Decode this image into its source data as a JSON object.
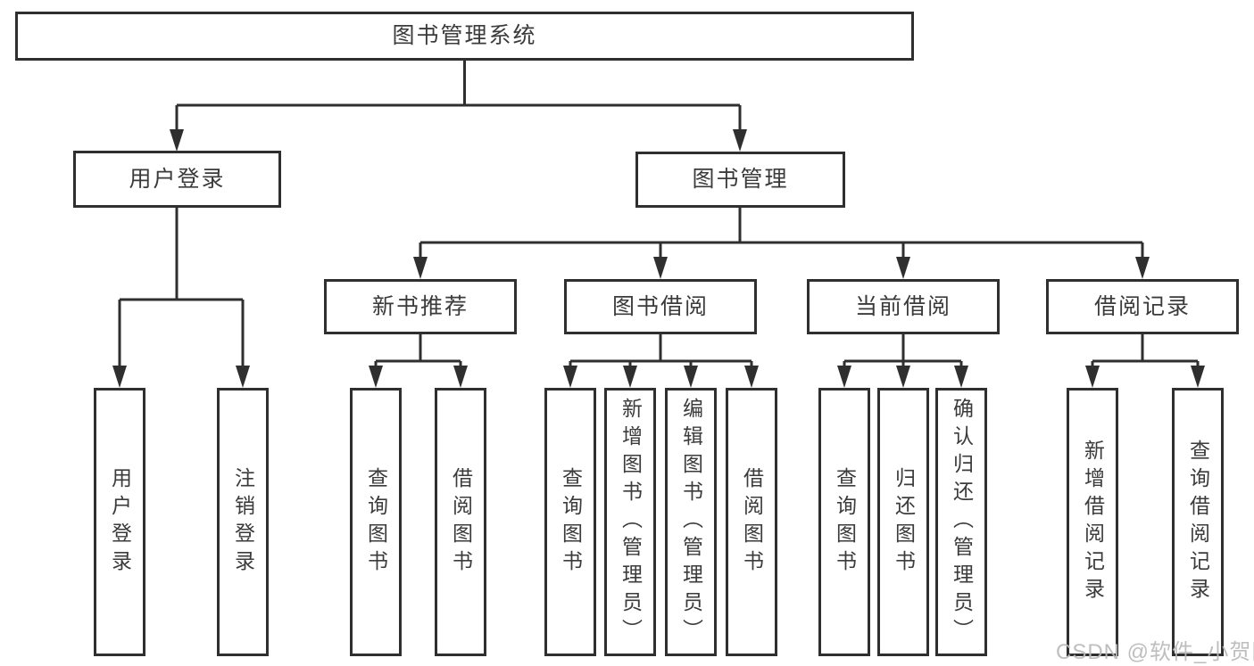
{
  "nodes": {
    "root": {
      "label": "图书管理系统"
    },
    "level2": [
      {
        "label": "用户登录"
      },
      {
        "label": "图书管理"
      }
    ],
    "level3": [
      {
        "label": "新书推荐"
      },
      {
        "label": "图书借阅"
      },
      {
        "label": "当前借阅"
      },
      {
        "label": "借阅记录"
      }
    ],
    "level4": {
      "user_login": [
        {
          "label": "用户登录"
        },
        {
          "label": "注销登录"
        }
      ],
      "new_book": [
        {
          "label": "查询图书"
        },
        {
          "label": "借阅图书"
        }
      ],
      "book_borrow": [
        {
          "label": "查询图书"
        },
        {
          "label": "新增图书（管理员）"
        },
        {
          "label": "编辑图书（管理员）"
        },
        {
          "label": "借阅图书"
        }
      ],
      "current_borrow": [
        {
          "label": "查询图书"
        },
        {
          "label": "归还图书"
        },
        {
          "label": "确认归还（管理员）"
        }
      ],
      "borrow_record": [
        {
          "label": "新增借阅记录"
        },
        {
          "label": "查询借阅记录"
        }
      ]
    }
  },
  "watermark": {
    "text": "CSDN @软件_小贺同学"
  },
  "colors": {
    "line": "#2f2f2f",
    "box_border": "#2f2f2f",
    "box_fill": "#ffffff",
    "text": "#3b3b3b",
    "watermark": "#b9b9b9",
    "background": "#ffffff"
  }
}
